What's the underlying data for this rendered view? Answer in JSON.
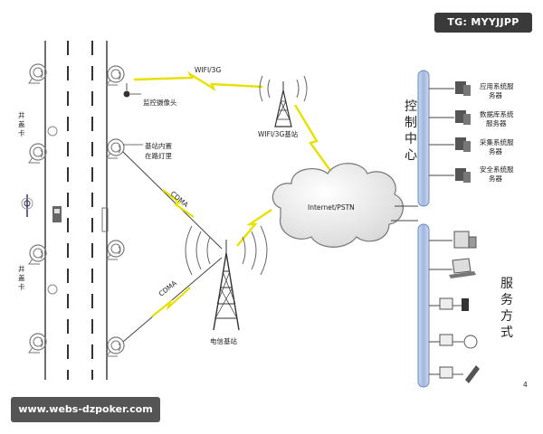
{
  "watermarks": {
    "top_right": "TG: MYYJJPP",
    "bottom_left": "www.webs-dzpoker.com"
  },
  "labels": {
    "wifi_link": "WIFI/3G",
    "camera": "监控摄像头",
    "wifi_station": "WIFI/3G基站",
    "cloud": "Internet/PSTN",
    "lamp_base_station": [
      "基站内置",
      "在路灯里"
    ],
    "cdma_upper": "CDMA",
    "cdma_lower": "CDMA",
    "telecom_station": "电信基站",
    "manhole_cover_1": [
      "井",
      "盖",
      "卡"
    ],
    "manhole_cover_2": [
      "井",
      "盖",
      "卡"
    ],
    "control_center": [
      "控",
      "制",
      "中",
      "心"
    ],
    "service_mode": [
      "服",
      "务",
      "方",
      "式"
    ],
    "page_number": "4"
  },
  "servers": [
    [
      "应用系统服",
      "务器"
    ],
    [
      "数据库系统",
      "服务器"
    ],
    [
      "采集系统服",
      "务器"
    ],
    [
      "安全系统服",
      "务器"
    ]
  ],
  "colors": {
    "lightning": "#e8e000",
    "bar_fill": "#b8ccec",
    "bar_stroke": "#6a86b8",
    "line": "#444444"
  }
}
